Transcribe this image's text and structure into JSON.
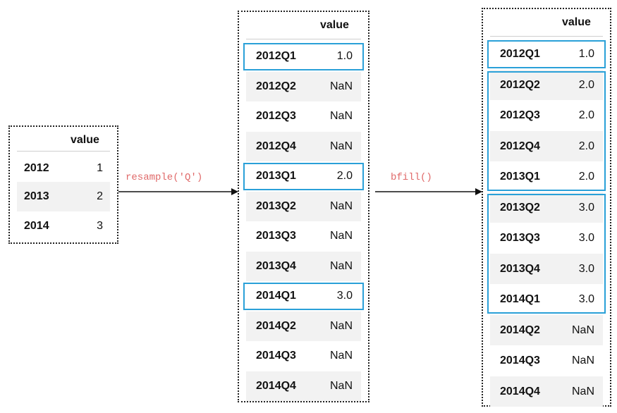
{
  "col_header": "value",
  "steps": [
    {
      "label": "resample('Q')"
    },
    {
      "label": "bfill()"
    }
  ],
  "table1": {
    "rows": [
      {
        "index": "2012",
        "value": "1"
      },
      {
        "index": "2013",
        "value": "2"
      },
      {
        "index": "2014",
        "value": "3"
      }
    ]
  },
  "table2": {
    "rows": [
      {
        "index": "2012Q1",
        "value": "1.0"
      },
      {
        "index": "2012Q2",
        "value": "NaN"
      },
      {
        "index": "2012Q3",
        "value": "NaN"
      },
      {
        "index": "2012Q4",
        "value": "NaN"
      },
      {
        "index": "2013Q1",
        "value": "2.0"
      },
      {
        "index": "2013Q2",
        "value": "NaN"
      },
      {
        "index": "2013Q3",
        "value": "NaN"
      },
      {
        "index": "2013Q4",
        "value": "NaN"
      },
      {
        "index": "2014Q1",
        "value": "3.0"
      },
      {
        "index": "2014Q2",
        "value": "NaN"
      },
      {
        "index": "2014Q3",
        "value": "NaN"
      },
      {
        "index": "2014Q4",
        "value": "NaN"
      }
    ]
  },
  "table3": {
    "rows": [
      {
        "index": "2012Q1",
        "value": "1.0"
      },
      {
        "index": "2012Q2",
        "value": "2.0"
      },
      {
        "index": "2012Q3",
        "value": "2.0"
      },
      {
        "index": "2012Q4",
        "value": "2.0"
      },
      {
        "index": "2013Q1",
        "value": "2.0"
      },
      {
        "index": "2013Q2",
        "value": "3.0"
      },
      {
        "index": "2013Q3",
        "value": "3.0"
      },
      {
        "index": "2013Q4",
        "value": "3.0"
      },
      {
        "index": "2014Q1",
        "value": "3.0"
      },
      {
        "index": "2014Q2",
        "value": "NaN"
      },
      {
        "index": "2014Q3",
        "value": "NaN"
      },
      {
        "index": "2014Q4",
        "value": "NaN"
      }
    ]
  },
  "colors": {
    "highlight": "#2aa0d8",
    "label": "#e06a6a",
    "row_shade": "#f2f2f2"
  }
}
